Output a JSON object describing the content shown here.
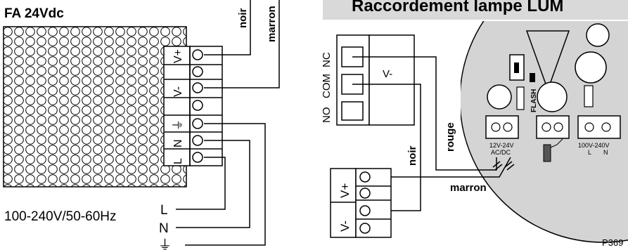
{
  "left": {
    "title": "FA 24Vdc",
    "terminal_labels": [
      "V+",
      "V-",
      "⏚",
      "N",
      "L"
    ],
    "wire_noir": "noir",
    "wire_marron": "marron",
    "mains_label": "100-240V/50-60Hz",
    "mains_L": "L",
    "mains_N": "N",
    "mains_ground": "⏚"
  },
  "right": {
    "header": "Raccordement lampe LUM",
    "relay_NC": "NC",
    "relay_COM": "COM",
    "relay_NO": "NO",
    "relay_vminus": "V-",
    "wire_rouge": "rouge",
    "wire_noir": "noir",
    "wire_marron": "marron",
    "flash_label": "FLASH",
    "label_12v_line1": "12V-24V",
    "label_12v_line2": "AC/DC",
    "label_100v": "100V-240V",
    "label_L": "L",
    "label_N": "N",
    "psu_vplus": "V+",
    "psu_vminus": "V-",
    "code": "P369"
  },
  "colors": {
    "line": "#000000",
    "header_bg": "#d9d9d9",
    "lamp_bg": "#d4d4d4"
  }
}
